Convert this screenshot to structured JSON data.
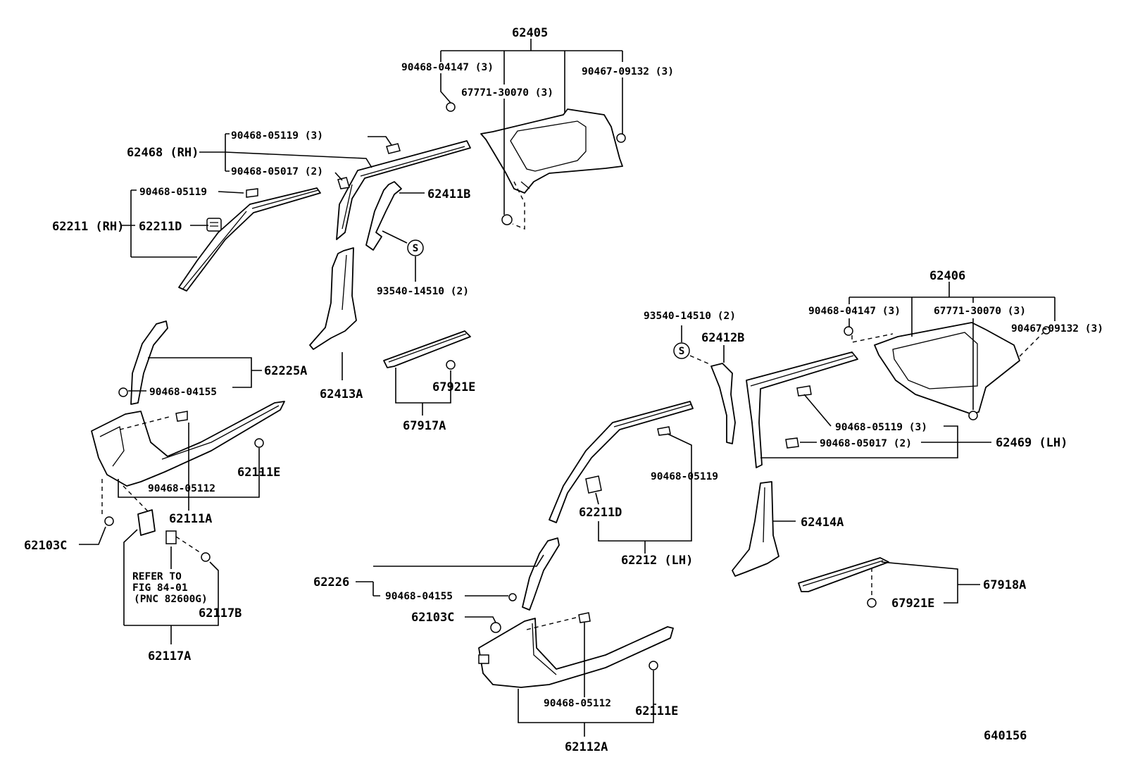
{
  "labels": {
    "p62405": "62405",
    "p90468_04147_top": "90468-04147 (3)",
    "p67771_30070_top": "67771-30070 (3)",
    "p90467_09132_top": "90467-09132 (3)",
    "p90468_05119_a": "90468-05119 (3)",
    "p62468": "62468 (RH)",
    "p90468_05017_a": "90468-05017 (2)",
    "p90468_05119_b": "90468-05119",
    "p62411B": "62411B",
    "p62211": "62211 (RH)",
    "p62211D_a": "62211D",
    "p93540_a": "93540-14510 (2)",
    "p62225A": "62225A",
    "p90468_04155_a": "90468-04155",
    "p62413A": "62413A",
    "p67921E_a": "67921E",
    "p67917A": "67917A",
    "p62111E_a": "62111E",
    "p90468_05112_a": "90468-05112",
    "p62111A": "62111A",
    "p62103C_a": "62103C",
    "refer1": "REFER TO",
    "refer2": "FIG 84-01",
    "refer3": "(PNC 82600G)",
    "p62117B": "62117B",
    "p62117A": "62117A",
    "p62406": "62406",
    "p93540_b": "93540-14510 (2)",
    "p90468_04147_b": "90468-04147 (3)",
    "p67771_30070_b": "67771-30070 (3)",
    "p90467_09132_b": "90467-09132 (3)",
    "p62412B": "62412B",
    "p90468_05119_c": "90468-05119 (3)",
    "p90468_05017_b": "90468-05017 (2)",
    "p62469": "62469 (LH)",
    "p90468_05119_d": "90468-05119",
    "p62211D_b": "62211D",
    "p62212": "62212 (LH)",
    "p62414A": "62414A",
    "p62226": "62226",
    "p90468_04155_b": "90468-04155",
    "p62103C_b": "62103C",
    "p67918A": "67918A",
    "p67921E_b": "67921E",
    "p90468_05112_b": "90468-05112",
    "p62111E_b": "62111E",
    "p62112A": "62112A",
    "fig_number": "640156",
    "s_symbol": "S"
  }
}
